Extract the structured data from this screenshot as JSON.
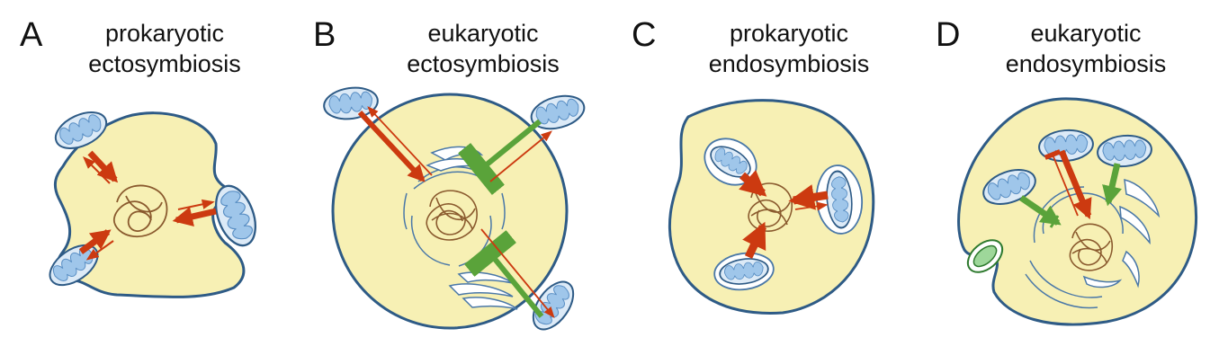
{
  "panels": [
    {
      "letter": "A",
      "title_line1": "prokaryotic",
      "title_line2": "ectosymbiosis"
    },
    {
      "letter": "B",
      "title_line1": "eukaryotic",
      "title_line2": "ectosymbiosis"
    },
    {
      "letter": "C",
      "title_line1": "prokaryotic",
      "title_line2": "endosymbiosis"
    },
    {
      "letter": "D",
      "title_line1": "eukaryotic",
      "title_line2": "endosymbiosis"
    }
  ],
  "colors": {
    "cytoplasm": "#f7f0b4",
    "membrane": "#2e5b86",
    "symbiont": "#9fc6ea",
    "dna": "#8a5a2e",
    "arrow_red": "#cc3a10",
    "arrow_green": "#5aa33a",
    "plastid": "#9ed79a"
  }
}
